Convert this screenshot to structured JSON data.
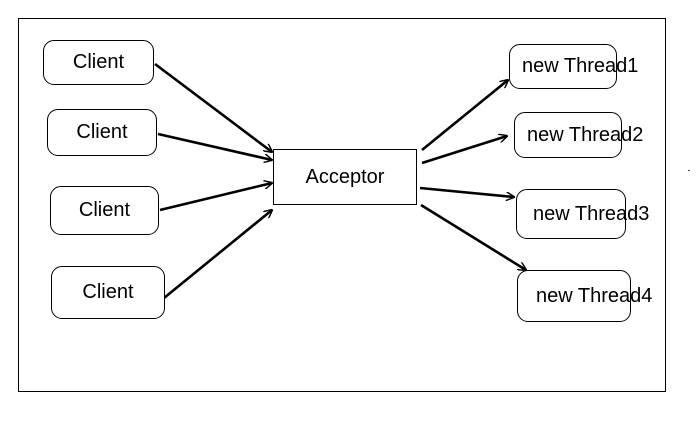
{
  "diagram": {
    "acceptor": {
      "label": "Acceptor"
    },
    "clients": [
      {
        "label": "Client"
      },
      {
        "label": "Client"
      },
      {
        "label": "Client"
      },
      {
        "label": "Client"
      }
    ],
    "threads": [
      {
        "label": "new Thread1"
      },
      {
        "label": "new Thread2"
      },
      {
        "label": "new Thread3"
      },
      {
        "label": "new Thread4"
      }
    ],
    "line_color": "#000000"
  }
}
